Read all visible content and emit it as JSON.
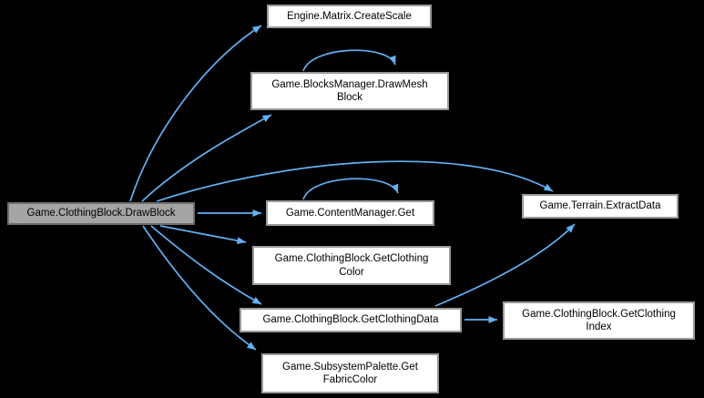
{
  "diagram": {
    "kind": "call-graph",
    "colors": {
      "background": "#000000",
      "edge": "#63b1f5",
      "node_fill": "#ffffff",
      "node_border": "#9a9a9a",
      "current_fill": "#a5a5a5",
      "current_border": "#6e6e6e",
      "text": "#000000"
    },
    "nodes": {
      "createscale": {
        "label": "Engine.Matrix.CreateScale",
        "lines": [
          "Engine.Matrix.CreateScale"
        ]
      },
      "drawmeshblock": {
        "label": "Game.BlocksManager.DrawMeshBlock",
        "lines": [
          "Game.BlocksManager.DrawMesh",
          "Block"
        ]
      },
      "drawblock": {
        "label": "Game.ClothingBlock.DrawBlock",
        "lines": [
          "Game.ClothingBlock.DrawBlock"
        ],
        "current": true
      },
      "contentget": {
        "label": "Game.ContentManager.Get",
        "lines": [
          "Game.ContentManager.Get"
        ]
      },
      "extractdata": {
        "label": "Game.Terrain.ExtractData",
        "lines": [
          "Game.Terrain.ExtractData"
        ]
      },
      "getclothingcolor": {
        "label": "Game.ClothingBlock.GetClothingColor",
        "lines": [
          "Game.ClothingBlock.GetClothing",
          "Color"
        ]
      },
      "getclothingdata": {
        "label": "Game.ClothingBlock.GetClothingData",
        "lines": [
          "Game.ClothingBlock.GetClothingData"
        ]
      },
      "getclothingindex": {
        "label": "Game.ClothingBlock.GetClothingIndex",
        "lines": [
          "Game.ClothingBlock.GetClothing",
          "Index"
        ]
      },
      "getfabriccolor": {
        "label": "Game.SubsystemPalette.GetFabricColor",
        "lines": [
          "Game.SubsystemPalette.Get",
          "FabricColor"
        ]
      }
    },
    "edges": [
      {
        "from": "Game.ClothingBlock.DrawBlock",
        "to": "Engine.Matrix.CreateScale"
      },
      {
        "from": "Game.ClothingBlock.DrawBlock",
        "to": "Game.BlocksManager.DrawMeshBlock"
      },
      {
        "from": "Game.ClothingBlock.DrawBlock",
        "to": "Game.ContentManager.Get"
      },
      {
        "from": "Game.ClothingBlock.DrawBlock",
        "to": "Game.Terrain.ExtractData"
      },
      {
        "from": "Game.ClothingBlock.DrawBlock",
        "to": "Game.ClothingBlock.GetClothingColor"
      },
      {
        "from": "Game.ClothingBlock.DrawBlock",
        "to": "Game.ClothingBlock.GetClothingData"
      },
      {
        "from": "Game.ClothingBlock.DrawBlock",
        "to": "Game.SubsystemPalette.GetFabricColor"
      },
      {
        "from": "Game.BlocksManager.DrawMeshBlock",
        "to": "Game.BlocksManager.DrawMeshBlock",
        "self": true
      },
      {
        "from": "Game.ContentManager.Get",
        "to": "Game.ContentManager.Get",
        "self": true
      },
      {
        "from": "Game.ClothingBlock.GetClothingData",
        "to": "Game.ClothingBlock.GetClothingIndex"
      },
      {
        "from": "Game.ClothingBlock.GetClothingData",
        "to": "Game.Terrain.ExtractData"
      }
    ]
  }
}
